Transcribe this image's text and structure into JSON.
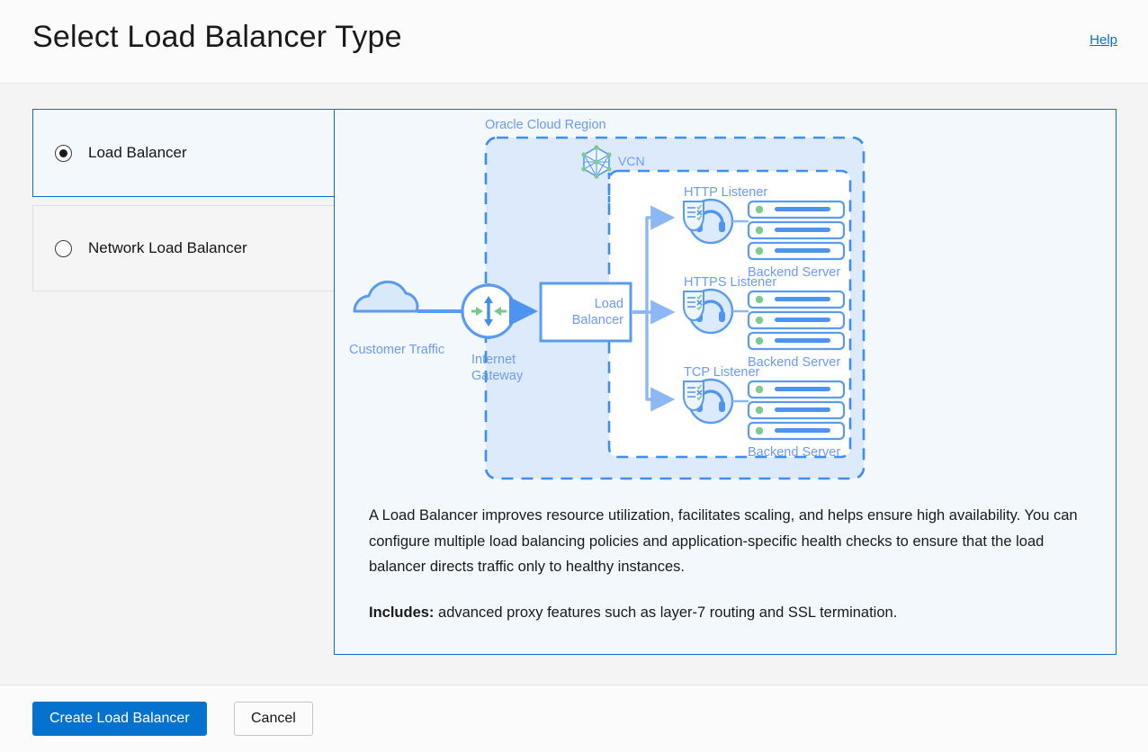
{
  "header": {
    "title": "Select Load Balancer Type",
    "help_label": "Help"
  },
  "options": [
    {
      "label": "Load Balancer",
      "selected": true
    },
    {
      "label": "Network Load Balancer",
      "selected": false
    }
  ],
  "diagram": {
    "region_label": "Oracle Cloud Region",
    "vcn_label": "VCN",
    "customer_traffic_label": "Customer Traffic",
    "internet_gateway_label_line1": "Internet",
    "internet_gateway_label_line2": "Gateway",
    "load_balancer_label_line1": "Load",
    "load_balancer_label_line2": "Balancer",
    "listeners": [
      {
        "label": "HTTP Listener",
        "backend_label": "Backend Server"
      },
      {
        "label": "HTTPS Listener",
        "backend_label": "Backend Server"
      },
      {
        "label": "TCP Listener",
        "backend_label": "Backend Server"
      }
    ]
  },
  "description": {
    "paragraph": "A Load Balancer improves resource utilization, facilitates scaling, and helps ensure high availability. You can configure multiple load balancing policies and application-specific health checks to ensure that the load balancer directs traffic only to healthy instances.",
    "includes_label": "Includes:",
    "includes_text": " advanced proxy features such as layer-7 routing and SSL termination."
  },
  "footer": {
    "primary_label": "Create Load Balancer",
    "secondary_label": "Cancel"
  },
  "colors": {
    "accent_blue": "#0572ce",
    "diagram_blue": "#5a9bf0",
    "diagram_text_blue": "#6b9bf2",
    "diagram_fill": "#deebfb",
    "green": "#7ecb8f",
    "panel_bg": "#f3f8fd"
  }
}
